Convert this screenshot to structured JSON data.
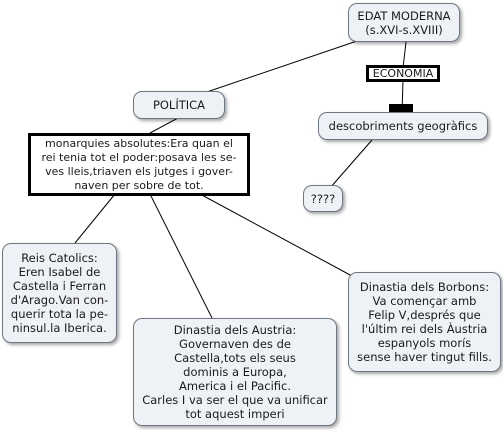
{
  "nodes": {
    "edat_moderna": "EDAT MODERNA\n(s.XVI-s.XVIII)",
    "economia": "ECONOMIA",
    "politica": "POLÍTICA",
    "monarquies": "monarquies absolutes:Era quan el\nrei tenia tot el poder:posava les se-\nves lleis,triaven els jutges i gover-\nnaven per sobre de tot.",
    "descobriments": "descobriments geogràfics",
    "unknown": "????",
    "reis_catolics": "Reis Catolics:\nEren Isabel de\nCastella i Ferran\nd'Arago.Van con-\nquerir tota la pe-\nninsul.la Iberica.",
    "austria": "Dinastia dels Austria:\nGovernaven des de\nCastella,tots els seus\ndominis a Europa,\nAmerica i el Pacific.\nCarles I va ser el que va unificar\ntot aquest imperi",
    "borbons": "Dinastia dels Borbons:\nVa començar amb\nFelip V,després que\nl'últim rei dels Àustria\nespanyols morís\nsense haver tingut fills."
  },
  "colors": {
    "node_fill": "#eef2f6",
    "node_border": "#6e7780",
    "line": "#000000"
  }
}
